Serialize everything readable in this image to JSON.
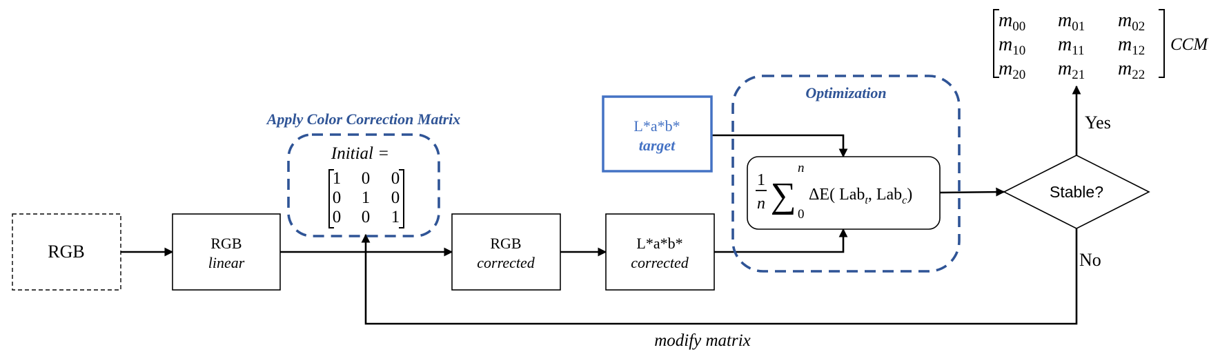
{
  "nodes": {
    "rgb": {
      "label": "RGB"
    },
    "rgb_linear": {
      "line1": "RGB",
      "line2": "linear"
    },
    "rgb_corrected": {
      "line1": "RGB",
      "line2": "corrected"
    },
    "lab_corrected": {
      "line1": "L*a*b*",
      "line2": "corrected"
    },
    "lab_target": {
      "line1": "L*a*b*",
      "line2": "target"
    },
    "decision": {
      "label": "Stable?"
    }
  },
  "groups": {
    "apply_ccm": {
      "title": "Apply Color Correction Matrix"
    },
    "optimization": {
      "title": "Optimization"
    }
  },
  "initial_matrix": {
    "label": "Initial =",
    "rows": [
      [
        "1",
        "0",
        "0"
      ],
      [
        "0",
        "1",
        "0"
      ],
      [
        "0",
        "0",
        "1"
      ]
    ]
  },
  "formula": {
    "frac_num": "1",
    "frac_den": "n",
    "sum": "∑",
    "sum_top": "n",
    "sum_bottom": "0",
    "body": "ΔE( Lab",
    "sub_t": "t",
    "comma": ", Lab",
    "sub_c": "c",
    "close": ")"
  },
  "ccm_matrix": {
    "rows": [
      [
        {
          "base": "m",
          "sub": "00"
        },
        {
          "base": "m",
          "sub": "01"
        },
        {
          "base": "m",
          "sub": "02"
        }
      ],
      [
        {
          "base": "m",
          "sub": "10"
        },
        {
          "base": "m",
          "sub": "11"
        },
        {
          "base": "m",
          "sub": "12"
        }
      ],
      [
        {
          "base": "m",
          "sub": "20"
        },
        {
          "base": "m",
          "sub": "21"
        },
        {
          "base": "m",
          "sub": "22"
        }
      ]
    ],
    "label": "CCM"
  },
  "edges": {
    "yes": "Yes",
    "no": "No",
    "feedback": "modify matrix"
  }
}
